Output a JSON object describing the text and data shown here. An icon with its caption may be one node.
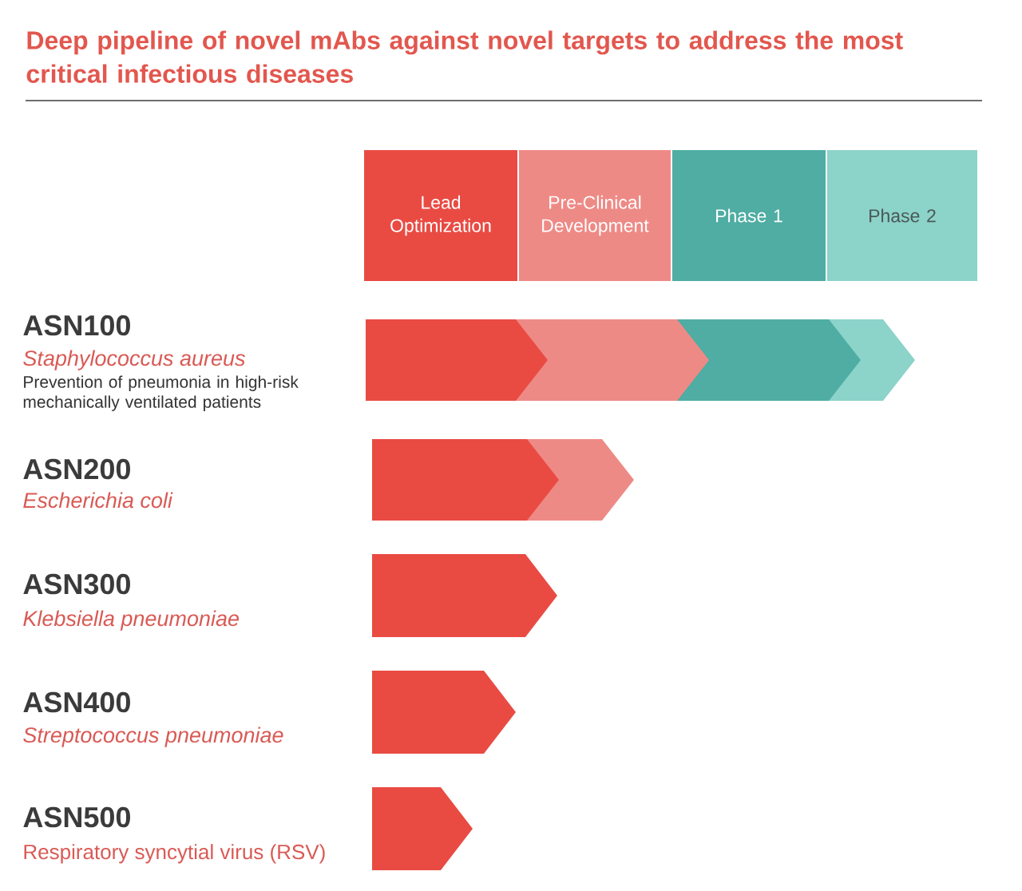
{
  "diagram": {
    "title": "Deep pipeline of novel mAbs against novel targets to address the most critical infectious diseases",
    "nodes": [
      {
        "text": [
          "Lead Optimization"
        ]
      },
      {
        "text": [
          "Pre-Clinical Development"
        ]
      },
      {
        "text": [
          "Phase 1"
        ]
      },
      {
        "text": [
          "Phase 2"
        ]
      },
      {
        "text": [],
        "shape": "bar",
        "beside": [
          "ASN100",
          "Staphylococcus aureus",
          "Prevention of pneumonia in high-risk mechanically ventilated patients"
        ]
      },
      {
        "text": [],
        "shape": "bar"
      },
      {
        "text": [],
        "shape": "bar"
      },
      {
        "text": [],
        "shape": "bar"
      },
      {
        "text": [],
        "shape": "bar",
        "beside": [
          "ASN200",
          "Escherichia coli"
        ]
      },
      {
        "text": [],
        "shape": "bar"
      },
      {
        "text": [],
        "shape": "bar",
        "beside": [
          "ASN300",
          "Klebsiella pneumoniae"
        ]
      },
      {
        "text": [],
        "shape": "bar",
        "beside": [
          "ASN400",
          "Streptococcus pneumoniae"
        ]
      },
      {
        "text": [],
        "shape": "bar",
        "beside": [
          "ASN500",
          "Respiratory syncytial virus (RSV)"
        ]
      }
    ]
  }
}
